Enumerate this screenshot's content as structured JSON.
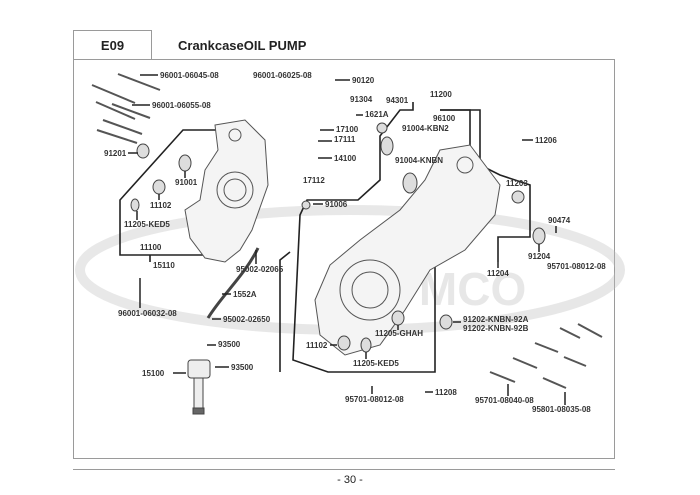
{
  "header": {
    "section_code": "E09",
    "title": "CrankcaseOIL PUMP"
  },
  "watermark": "KYMCO",
  "part_labels": [
    {
      "id": "96001-06045-08"
    },
    {
      "id": "96001-06055-08"
    },
    {
      "id": "91201"
    },
    {
      "id": "91001"
    },
    {
      "id": "11102"
    },
    {
      "id": "11205-KED5"
    },
    {
      "id": "11100"
    },
    {
      "id": "96001-06025-08"
    },
    {
      "id": "90120"
    },
    {
      "id": "91304"
    },
    {
      "id": "1621A"
    },
    {
      "id": "94301"
    },
    {
      "id": "17100"
    },
    {
      "id": "17111"
    },
    {
      "id": "14100"
    },
    {
      "id": "17112"
    },
    {
      "id": "11200"
    },
    {
      "id": "96100"
    },
    {
      "id": "91004-KBN2"
    },
    {
      "id": "91004-KNBN"
    },
    {
      "id": "11206"
    },
    {
      "id": "11203"
    },
    {
      "id": "91006"
    },
    {
      "id": "90474"
    },
    {
      "id": "91204"
    },
    {
      "id": "95701-08012-08"
    },
    {
      "id": "11204"
    },
    {
      "id": "15110"
    },
    {
      "id": "95002-02065"
    },
    {
      "id": "1552A"
    },
    {
      "id": "96001-06032-08"
    },
    {
      "id": "95002-02650"
    },
    {
      "id": "93500"
    },
    {
      "id": "93500"
    },
    {
      "id": "15100"
    },
    {
      "id": "11205-GHAH"
    },
    {
      "id": "11102"
    },
    {
      "id": "11205-KED5"
    },
    {
      "id": "91202-KNBN-92A"
    },
    {
      "id": "91202-KNBN-92B"
    },
    {
      "id": "95701-08012-08"
    },
    {
      "id": "11208"
    },
    {
      "id": "95701-08040-08"
    },
    {
      "id": "95801-08035-08"
    }
  ],
  "footer": {
    "page_number": "- 30 -"
  }
}
